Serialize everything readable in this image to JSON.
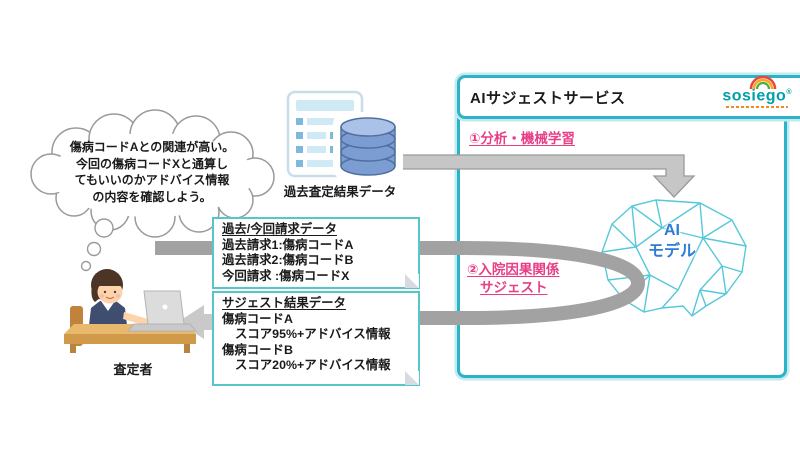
{
  "thought_bubble": {
    "lines": [
      "傷病コードAとの関連が高い。",
      "今回の傷病コードXと通算し",
      "てもいいのかアドバイス情報",
      "の内容を確認しよう。"
    ]
  },
  "person": {
    "label": "査定者"
  },
  "database": {
    "label": "過去査定結果データ"
  },
  "request_note": {
    "title": "過去/今回請求データ",
    "lines": [
      "過去請求1:傷病コードA",
      "過去請求2:傷病コードB",
      "今回請求 :傷病コードX"
    ]
  },
  "result_note": {
    "title": "サジェスト結果データ",
    "lines": [
      "傷病コードA",
      "スコア95%+アドバイス情報",
      "傷病コードB",
      "スコア20%+アドバイス情報"
    ]
  },
  "service": {
    "title": "AIサジェストサービス",
    "logo_text": "sosiego",
    "step1": "①分析・機械学習",
    "step2_line1": "②入院因果関係",
    "step2_line2": "サジェスト",
    "model_line1": "AI",
    "model_line2": "モデル"
  },
  "colors": {
    "service_border_teal": "#2cb3c6",
    "note_border_teal": "#56c7c9",
    "accent_pink": "#e73e86",
    "arrow_gray": "#a2a2a2",
    "brain_cyan": "#55c8da",
    "model_text_blue": "#2e7cd6",
    "logo_teal": "#00a0ab"
  }
}
